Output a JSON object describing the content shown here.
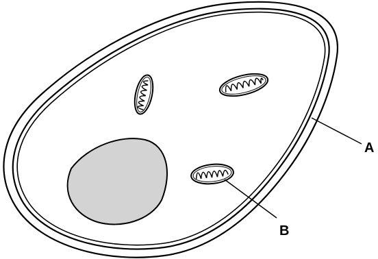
{
  "diagram": {
    "labels": [
      {
        "key": "A",
        "text": "A",
        "points_to": "cell-wall"
      },
      {
        "key": "B",
        "text": "B",
        "points_to": "mitochondrion"
      }
    ]
  },
  "colors": {
    "outline": "#000000",
    "cytoplasm": "#ffffff",
    "nucleus_fill": "#d3d3d3"
  }
}
